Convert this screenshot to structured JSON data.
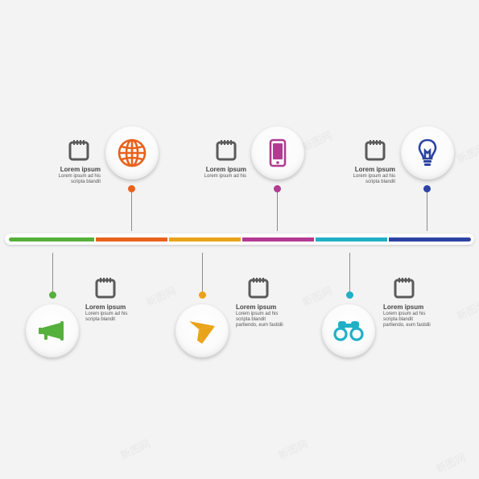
{
  "timeline": {
    "segment_colors": [
      "#56b03c",
      "#e8621c",
      "#e9a318",
      "#b23b92",
      "#1fb0c6",
      "#2d43a1"
    ]
  },
  "milestones": [
    {
      "title": "Lorem ipsum",
      "body": [
        "Lorem ipsum ad his",
        "scripta blandit"
      ],
      "icon": "megaphone-icon",
      "color": "#56b03c"
    },
    {
      "title": "Lorem ipsum",
      "body": [
        "Lorem ipsum ad his",
        "scripta blandit"
      ],
      "icon": "globe-icon",
      "color": "#e8621c"
    },
    {
      "title": "Lorem ipsum",
      "body": [
        "Lorem ipsum ad his",
        "scripta blandit",
        "partiendo, eum fastidii"
      ],
      "icon": "paper-plane-icon",
      "color": "#e9a318"
    },
    {
      "title": "Lorem ipsum",
      "body": [
        "Lorem ipsum ad his"
      ],
      "icon": "mobile-phone-icon",
      "color": "#b23b92"
    },
    {
      "title": "Lorem ipsum",
      "body": [
        "Lorem ipsum ad his",
        "scripta blandit",
        "partiendo, eum fastidii"
      ],
      "icon": "binoculars-icon",
      "color": "#1fb0c6"
    },
    {
      "title": "Lorem ipsum",
      "body": [
        "Lorem ipsum ad his",
        "scripta blandit"
      ],
      "icon": "light-bulb-icon",
      "color": "#2d43a1"
    }
  ],
  "calendar_icon_color": "#5a5a5a",
  "watermark_text": "新图网"
}
